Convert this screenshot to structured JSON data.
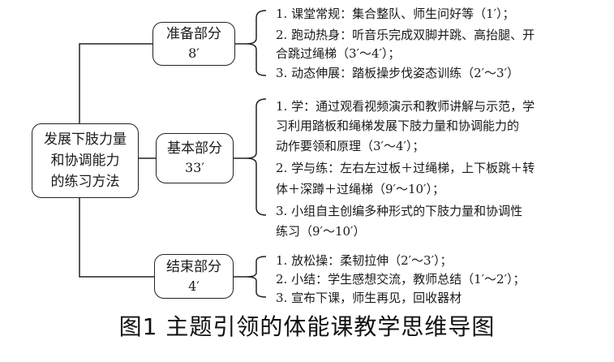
{
  "root": {
    "label": "发展下肢力量\n和协调能力\n的练习方法"
  },
  "sections": [
    {
      "title": "准备部分",
      "duration": "8′",
      "lines": [
        "1. 课堂常规：集合整队、师生问好等（1′）；",
        "2. 跑动热身：听音乐完成双脚并跳、高抬腿、开",
        "合跳过绳梯（3′～4′）；",
        "3. 动态伸展：踏板操步伐姿态训练（2′～3′）"
      ]
    },
    {
      "title": "基本部分",
      "duration": "33′",
      "lines": [
        "1. 学：通过观看视频演示和教师讲解与示范，学",
        "习利用踏板和绳梯发展下肢力量和协调能力的",
        "动作要领和原理（3′～4′）；",
        "2. 学与练：左右左过板＋过绳梯，上下板跳＋转",
        "体＋深蹲＋过绳梯（9′～10′）；",
        "3. 小组自主创编多种形式的下肢力量和协调性",
        "练习（9′～10′）"
      ]
    },
    {
      "title": "结束部分",
      "duration": "4′",
      "lines": [
        "1. 放松操：柔韧拉伸（2′～3′）；",
        "2. 小结：学生感想交流，教师总结（1′～2′）；",
        "3. 宣布下课，师生再见，回收器材"
      ]
    }
  ],
  "caption": "图1  主题引领的体能课教学思维导图"
}
